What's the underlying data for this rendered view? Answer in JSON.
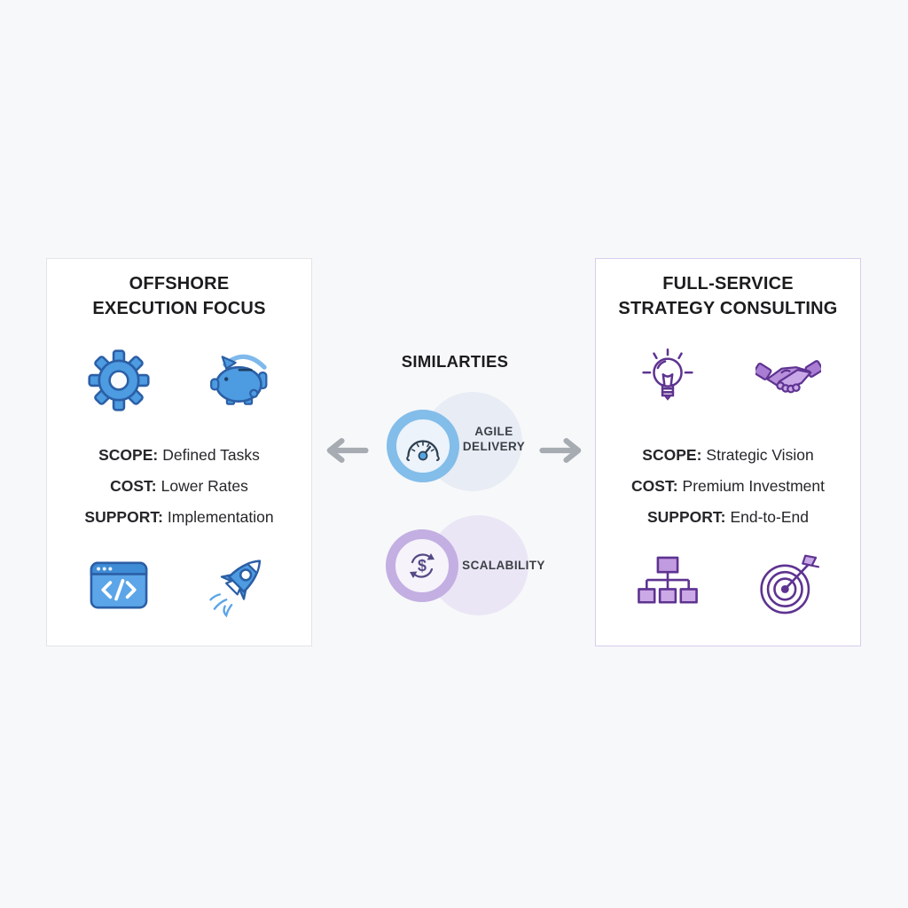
{
  "colors": {
    "background": "#f7f8fa",
    "panel_bg": "#ffffff",
    "left_panel_border": "#e3e4e7",
    "right_panel_border": "#d9cdee",
    "blue_icon_fill": "#4d9be0",
    "blue_icon_stroke": "#2b5fa6",
    "purple_icon_fill": "#c9a8e8",
    "purple_icon_stroke": "#5e3391",
    "arrow_gray": "#a7abb2",
    "badge_blue_ring": "#83bdea",
    "badge_purple_ring": "#c3afe2",
    "gauge_dark": "#2c3e50",
    "dollar_cycle_dark": "#544a85"
  },
  "left_panel": {
    "title_lines": [
      "OFFSHORE",
      "EXECUTION FOCUS"
    ],
    "icons_top": [
      "gear-icon",
      "piggy-bank-headset-icon"
    ],
    "rows": [
      {
        "label": "SCOPE:",
        "value": "Defined Tasks"
      },
      {
        "label": "COST:",
        "value": "Lower Rates"
      },
      {
        "label": "SUPPORT:",
        "value": "Implementation"
      }
    ],
    "icons_bottom": [
      "code-window-icon",
      "rocket-icon"
    ]
  },
  "center": {
    "heading": "SIMILARTIES",
    "badges": [
      {
        "label": "AGILE DELIVERY",
        "icon": "speedometer-icon"
      },
      {
        "label": "SCALABILITY",
        "icon": "dollar-cycle-icon"
      }
    ],
    "arrows": [
      "left-arrow-icon",
      "right-arrow-icon"
    ],
    "glyphs": {
      "dollar": "$"
    }
  },
  "right_panel": {
    "title_lines": [
      "FULL-SERVICE",
      "STRATEGY CONSULTING"
    ],
    "icons_top": [
      "lightbulb-icon",
      "handshake-icon"
    ],
    "rows": [
      {
        "label": "SCOPE:",
        "value": "Strategic Vision"
      },
      {
        "label": "COST:",
        "value": "Premium Investment"
      },
      {
        "label": "SUPPORT:",
        "value": "End-to-End"
      }
    ],
    "icons_bottom": [
      "org-chart-icon",
      "target-arrow-icon"
    ]
  }
}
